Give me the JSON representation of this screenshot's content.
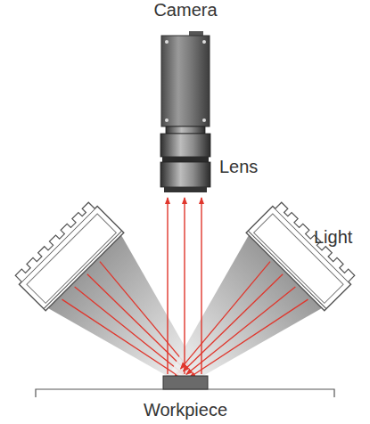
{
  "diagram": {
    "labels": [
      "Camera",
      "Lens",
      "Light",
      "Workpiece"
    ]
  }
}
